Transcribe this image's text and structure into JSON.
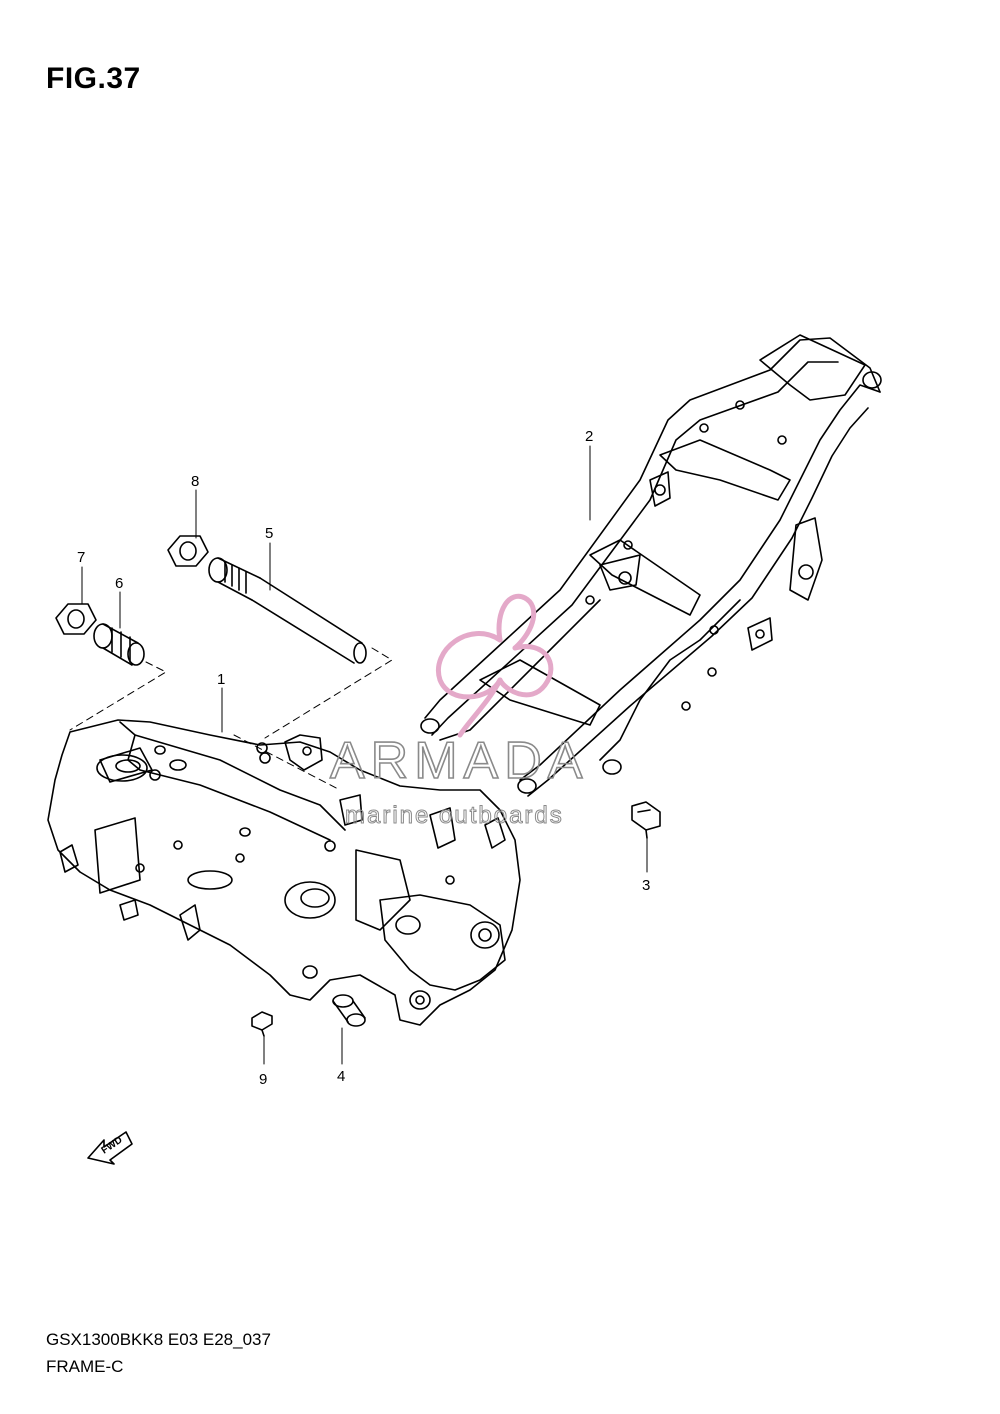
{
  "figure": {
    "title": "FIG.37",
    "code": "GSX1300BKK8 E03 E28_037",
    "name": "FRAME-C"
  },
  "callouts": [
    "1",
    "2",
    "3",
    "4",
    "5",
    "6",
    "7",
    "8",
    "9"
  ],
  "watermark": {
    "brand": "ARMADA",
    "tagline": "marine outboards",
    "logo_color": "#e4a9c9"
  },
  "fwd_label": "FWD",
  "colors": {
    "line": "#000000",
    "background": "#ffffff",
    "watermark": "#8a8a8a"
  }
}
